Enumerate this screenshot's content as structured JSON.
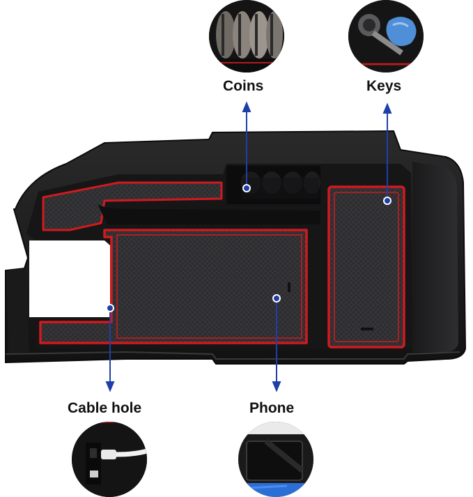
{
  "callouts": {
    "coins": "Coins",
    "keys": "Keys",
    "cable_hole": "Cable hole",
    "phone": "Phone"
  },
  "colors": {
    "tray_body": "#1e1e1f",
    "tray_edge": "#0d0d0d",
    "mat": "#2c2c2e",
    "mat_trim": "#d01a1f",
    "pointer": "#1f3fa8"
  },
  "icons": [
    "coins-photo",
    "keys-photo",
    "cable-hole-photo",
    "phone-photo"
  ]
}
